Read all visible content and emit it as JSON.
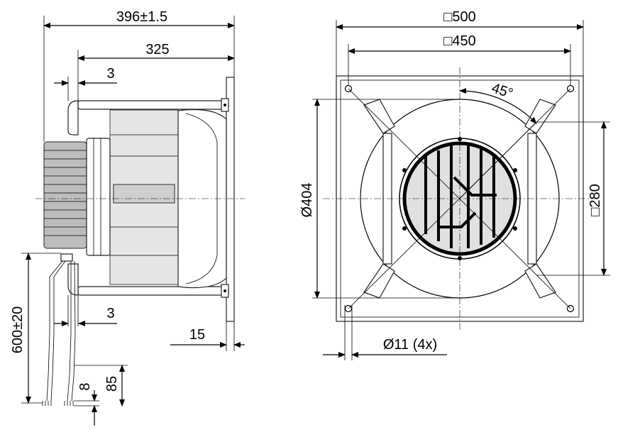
{
  "side_view": {
    "overall_length": "396±1.5",
    "flange_to_motor": "325",
    "top_offset": "3",
    "bottom_offset": "3",
    "flange_thickness": "15",
    "cable_length": "600±20",
    "wire_strip": "8",
    "cable_end": "85"
  },
  "front_view": {
    "plate_size": "□500",
    "hole_spacing": "□450",
    "angle": "45°",
    "inlet_diameter": "Ø404",
    "bolt_square": "□280",
    "hole_diameter": "Ø11 (4x)"
  }
}
